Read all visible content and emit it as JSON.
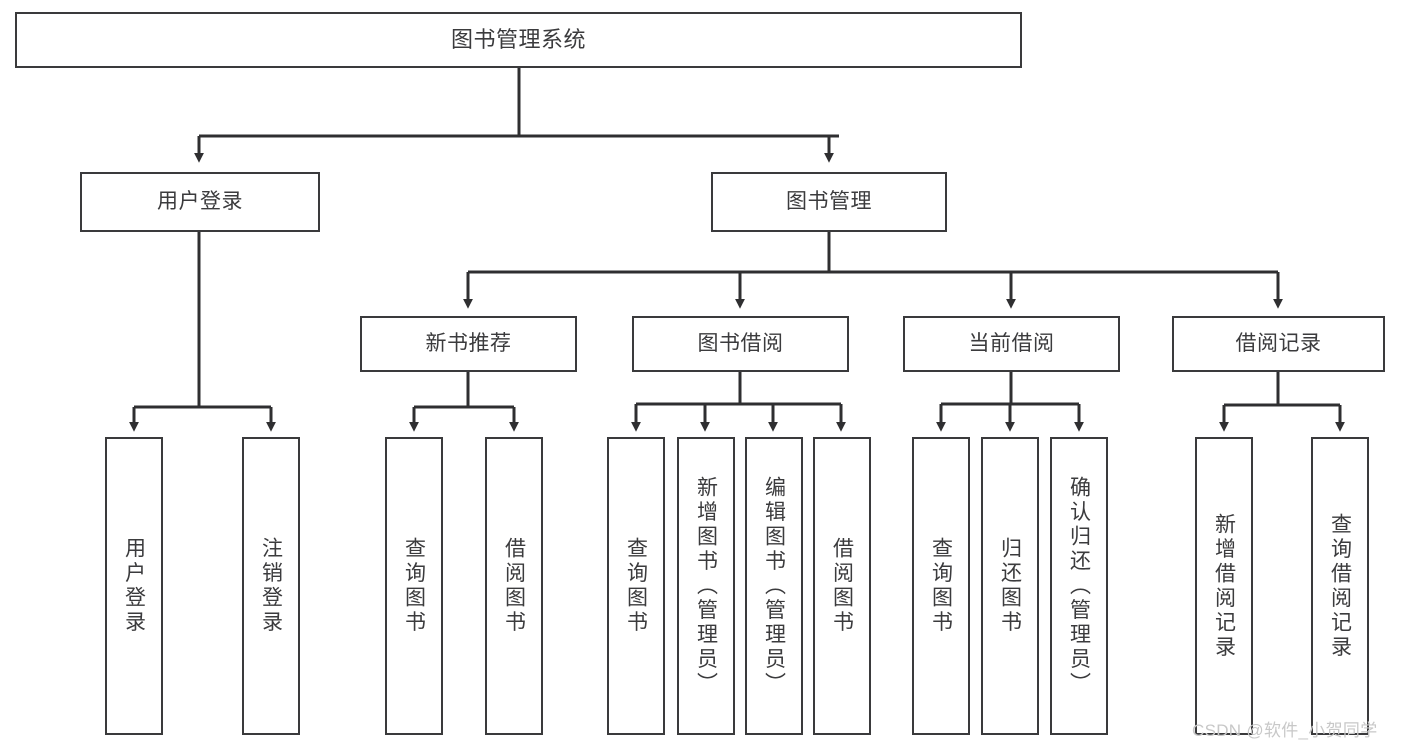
{
  "diagram": {
    "type": "tree",
    "title": "图书管理系统",
    "orientation": "top-down",
    "colors": {
      "box_border": "#3a3a3c",
      "box_fill": "#ffffff",
      "text": "#3b3b3d",
      "connector": "#2f2f31",
      "watermark": "#c8c8c8",
      "background": "#ffffff"
    },
    "nodes": {
      "root": {
        "label": "图书管理系统"
      },
      "level2": [
        {
          "id": "user-login",
          "label": "用户登录"
        },
        {
          "id": "book-manage",
          "label": "图书管理"
        }
      ],
      "level3": [
        {
          "id": "new-book-recommend",
          "label": "新书推荐"
        },
        {
          "id": "book-borrow",
          "label": "图书借阅"
        },
        {
          "id": "current-borrow",
          "label": "当前借阅"
        },
        {
          "id": "borrow-record",
          "label": "借阅记录"
        }
      ],
      "leaves": {
        "user_login": [
          {
            "id": "leaf-user-login",
            "label": "用户登录"
          },
          {
            "id": "leaf-logout",
            "label": "注销登录"
          }
        ],
        "new_book_recommend": [
          {
            "id": "leaf-query-book-1",
            "label": "查询图书"
          },
          {
            "id": "leaf-borrow-book-1",
            "label": "借阅图书"
          }
        ],
        "book_borrow": [
          {
            "id": "leaf-query-book-2",
            "label": "查询图书"
          },
          {
            "id": "leaf-add-book",
            "label": "新增图书（管理员）"
          },
          {
            "id": "leaf-edit-book",
            "label": "编辑图书（管理员）"
          },
          {
            "id": "leaf-borrow-book-2",
            "label": "借阅图书"
          }
        ],
        "current_borrow": [
          {
            "id": "leaf-query-book-3",
            "label": "查询图书"
          },
          {
            "id": "leaf-return-book",
            "label": "归还图书"
          },
          {
            "id": "leaf-confirm-return",
            "label": "确认归还（管理员）"
          }
        ],
        "borrow_record": [
          {
            "id": "leaf-add-record",
            "label": "新增借阅记录"
          },
          {
            "id": "leaf-query-record",
            "label": "查询借阅记录"
          }
        ]
      }
    }
  },
  "watermark": {
    "text": "CSDN @软件_小贺同学"
  }
}
